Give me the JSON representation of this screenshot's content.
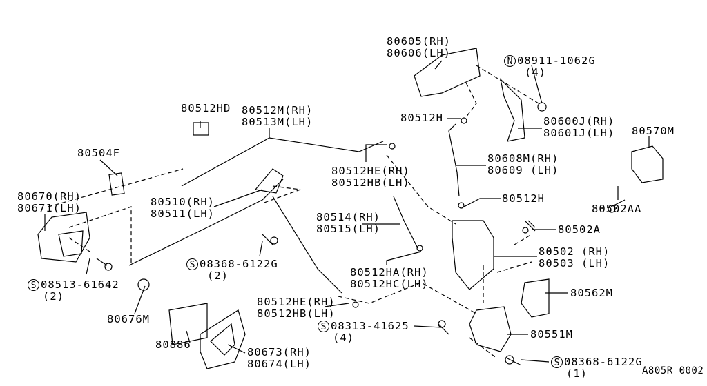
{
  "diagram": {
    "callouts": [
      {
        "lines": [
          "80605(RH)",
          "80606(LH)"
        ]
      },
      {
        "symbol": "N",
        "lines": [
          "08911-1062G",
          "(4)"
        ]
      },
      {
        "lines": [
          "80512HD"
        ]
      },
      {
        "lines": [
          "80512M(RH)",
          "80513M(LH)"
        ]
      },
      {
        "lines": [
          "80512H"
        ]
      },
      {
        "lines": [
          "80600J(RH)",
          "80601J(LH)"
        ]
      },
      {
        "lines": [
          "80570M"
        ]
      },
      {
        "lines": [
          "80504F"
        ]
      },
      {
        "lines": [
          "80608M(RH)",
          "80609 (LH)"
        ]
      },
      {
        "lines": [
          "80512HE(RH)",
          "80512HB(LH)"
        ]
      },
      {
        "lines": [
          "80670(RH)",
          "80671(LH)"
        ]
      },
      {
        "lines": [
          "80510(RH)",
          "80511(LH)"
        ]
      },
      {
        "lines": [
          "80512H"
        ]
      },
      {
        "lines": [
          "80502AA"
        ]
      },
      {
        "lines": [
          "80514(RH)",
          "80515(LH)"
        ]
      },
      {
        "lines": [
          "80502A"
        ]
      },
      {
        "lines": [
          "80502 (RH)",
          "80503 (LH)"
        ]
      },
      {
        "symbol": "S",
        "lines": [
          "08368-6122G",
          "(2)"
        ]
      },
      {
        "symbol": "S",
        "lines": [
          "08513-61642",
          "(2)"
        ]
      },
      {
        "lines": [
          "80512HA(RH)",
          "80512HC(LH)"
        ]
      },
      {
        "lines": [
          "80562M"
        ]
      },
      {
        "lines": [
          "80512HE(RH)",
          "80512HB(LH)"
        ]
      },
      {
        "lines": [
          "80676M"
        ]
      },
      {
        "symbol": "S",
        "lines": [
          "08313-41625",
          "(4)"
        ]
      },
      {
        "lines": [
          "80551M"
        ]
      },
      {
        "lines": [
          "80886"
        ]
      },
      {
        "lines": [
          "80673(RH)",
          "80674(LH)"
        ]
      },
      {
        "symbol": "S",
        "lines": [
          "08368-6122G",
          "(1)"
        ]
      }
    ],
    "figure_code": "A805R 0002"
  }
}
